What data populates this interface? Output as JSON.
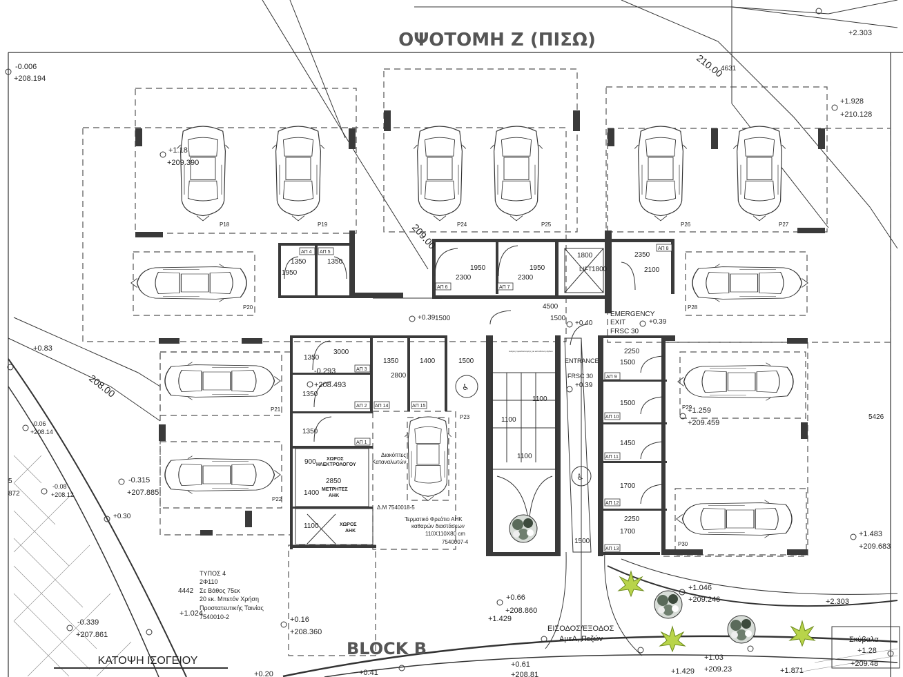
{
  "title": "ΟΨΟΤΟΜΗ Ζ (ΠΙΣΩ)",
  "block_label": "BLOCK B",
  "plan_caption": "ΚΑΤΟΨΗ ΙΣΟΓΕΙΟΥ",
  "contours": {
    "c210": "210.00",
    "c208": "208.00",
    "c209": "209.00",
    "c4631": "4631"
  },
  "parking": {
    "p18": "P18",
    "p19": "P19",
    "p24": "P24",
    "p25": "P25",
    "p26": "P26",
    "p27": "P27",
    "p20": "P20",
    "p21": "P21",
    "p22": "P22",
    "p23": "P23",
    "p28": "P28",
    "p29": "P29",
    "p30": "P30"
  },
  "storage": {
    "ap1": "ΑΠ 1",
    "ap2": "ΑΠ 2",
    "ap3": "ΑΠ 3",
    "ap4": "ΑΠ 4",
    "ap5": "ΑΠ 5",
    "ap6": "ΑΠ 6",
    "ap7": "ΑΠ 7",
    "ap8": "ΑΠ 8",
    "ap9": "ΑΠ 9",
    "ap10": "ΑΠ 10",
    "ap11": "ΑΠ 11",
    "ap12": "ΑΠ 12",
    "ap13": "ΑΠ 13",
    "ap14": "ΑΠ 14",
    "ap15": "ΑΠ 15"
  },
  "dims": {
    "d1350a": "1350",
    "d1350b": "1350",
    "d1950a": "1950",
    "d1950b": "1950",
    "d1950c": "1950",
    "d2300a": "2300",
    "d2300b": "2300",
    "d1800a": "1800",
    "d1800b": "1800",
    "d2350a": "2350",
    "d2100": "2100",
    "d4500": "4500",
    "d1500a": "1500",
    "d1500b": "1500",
    "d3000": "3000",
    "d1350c": "1350",
    "d1350d": "1350",
    "d1350e": "1350",
    "d1350f": "1350",
    "d1400a": "1400",
    "d2800": "2800",
    "d1500c": "1500",
    "d2250a": "2250",
    "d1500d": "1500",
    "d1500e": "1500",
    "d1450": "1450",
    "d1700a": "1700",
    "d2250b": "2250",
    "d1700b": "1700",
    "d1100a": "1100",
    "d1100b": "1100",
    "d1100c": "1100",
    "d900": "900",
    "d2850": "2850",
    "d1400b": "1400",
    "d1100d": "1100",
    "d1500f": "1500",
    "d5426": "5426",
    "d4442": "4442"
  },
  "rooms": {
    "lift": "LIFT",
    "entrance": "ENTRANCE",
    "frsc30": "FRSC 30",
    "emergency": "EMERGENCY",
    "exit": "EXIT",
    "frsc30b": "FRSC 30",
    "elec1": "ΧΩΡΟΣ",
    "elec2": "ΗΛΕΚΤΡΟΛΟΓΟΥ",
    "meter1": "ΜΕΤΡΗΤΕΣ",
    "meter2": "ΑΗΚ",
    "ahk1": "ΧΩΡΟΣ",
    "ahk2": "ΑΗΚ",
    "switch1": "Διακόπτες",
    "switch2": "Καταναλωτών",
    "dm": "Δ.Μ 7540018-5",
    "term1": "Τερματικό Φρεάτιο ΑΗΚ",
    "term2": "καθαρών διαστάσεων",
    "term3": "110Χ110Χ80 cm",
    "term4": "7540007-4",
    "type1": "ΤΥΠΟΣ 4",
    "type2": "2Φ110",
    "type3": "Σε Βάθος 75εκ",
    "type4": "20 εκ. Μπετόν Χρήση",
    "type5": "Προστατευτικής Ταινίας",
    "type6": "7540010-2",
    "entry1": "ΕΙΣΟΔΟΣ/ΕΞΟΔΟΣ",
    "entry2": "ΑμεΑ, Πεζών",
    "skyvala": "Σκύβαλα",
    "small_sign": "Ανάγκη προειδοποίησης για κατεύθυνση εξόδου"
  },
  "levels": {
    "l1": "-0.006",
    "l2": "+208.194",
    "l3": "+1.18",
    "l4": "+209.390",
    "l5": "+1.928",
    "l6": "+210.128",
    "l7": "+2.303",
    "l8": "+0.39",
    "l9": "+0.40",
    "l10": "+0.39",
    "l11": "-0.293",
    "l12": "+208.493",
    "l13": "+0.39",
    "l14": "+1.259",
    "l15": "+209.459",
    "l16": "+0.83",
    "l17": "-0.06",
    "l18": "+208.14",
    "l19": "-0.08",
    "l20": "+208.12",
    "l21": "-0.315",
    "l22": "+207.885",
    "l23": "+0.30",
    "l24": "+1.483",
    "l25": "+209.683",
    "l26": "+1.046",
    "l27": "+209.246",
    "l28": "+2.303",
    "l29": "+0.66",
    "l30": "+208.860",
    "l31": "+1.429",
    "l32": "+0.16",
    "l33": "+208.360",
    "l34": "+1.024",
    "l35": "-0.339",
    "l36": "+207.861",
    "l37": "+1.28",
    "l38": "+209.48",
    "l39": "+1.03",
    "l40": "+209.23",
    "l41": "+1.429",
    "l42": "+1.871",
    "l43": "+0.61",
    "l44": "+208.81",
    "l45": "+0.41",
    "l46": "+0.20",
    "l47": "872",
    "l48": "5"
  }
}
